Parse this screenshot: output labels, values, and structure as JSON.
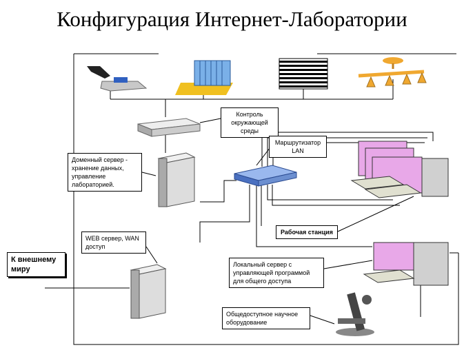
{
  "title": "Конфигурация Интернет-Лаборатории",
  "labels": {
    "environment": "Контроль окружающей среды",
    "router": "Маршрутизатор LAN",
    "domain_server": "Доменный сервер - хранение данных, управление лабораторией.",
    "workstation": "Рабочая станция",
    "web_server": "WEB сервер, WAN доступ",
    "external": "К внешнему миру",
    "local_server": "Локальный сервер с управляющей программой для общего доступа",
    "equipment": "Общедоступное научное оборудование"
  },
  "icons": [
    "card-reader-icon",
    "radiator-icon",
    "blinds-icon",
    "ceiling-lamps-icon",
    "controller-box-icon",
    "tower-server-icon",
    "router-icon",
    "workstation-cluster-icon",
    "desktop-pc-icon",
    "microscope-icon"
  ],
  "colors": {
    "screen": "#e8a8e8",
    "router_blue": "#6c8fd0",
    "radiator_blue": "#7ab0e8",
    "lamp_orange": "#f0a830",
    "case_grey": "#d8d8d8"
  }
}
